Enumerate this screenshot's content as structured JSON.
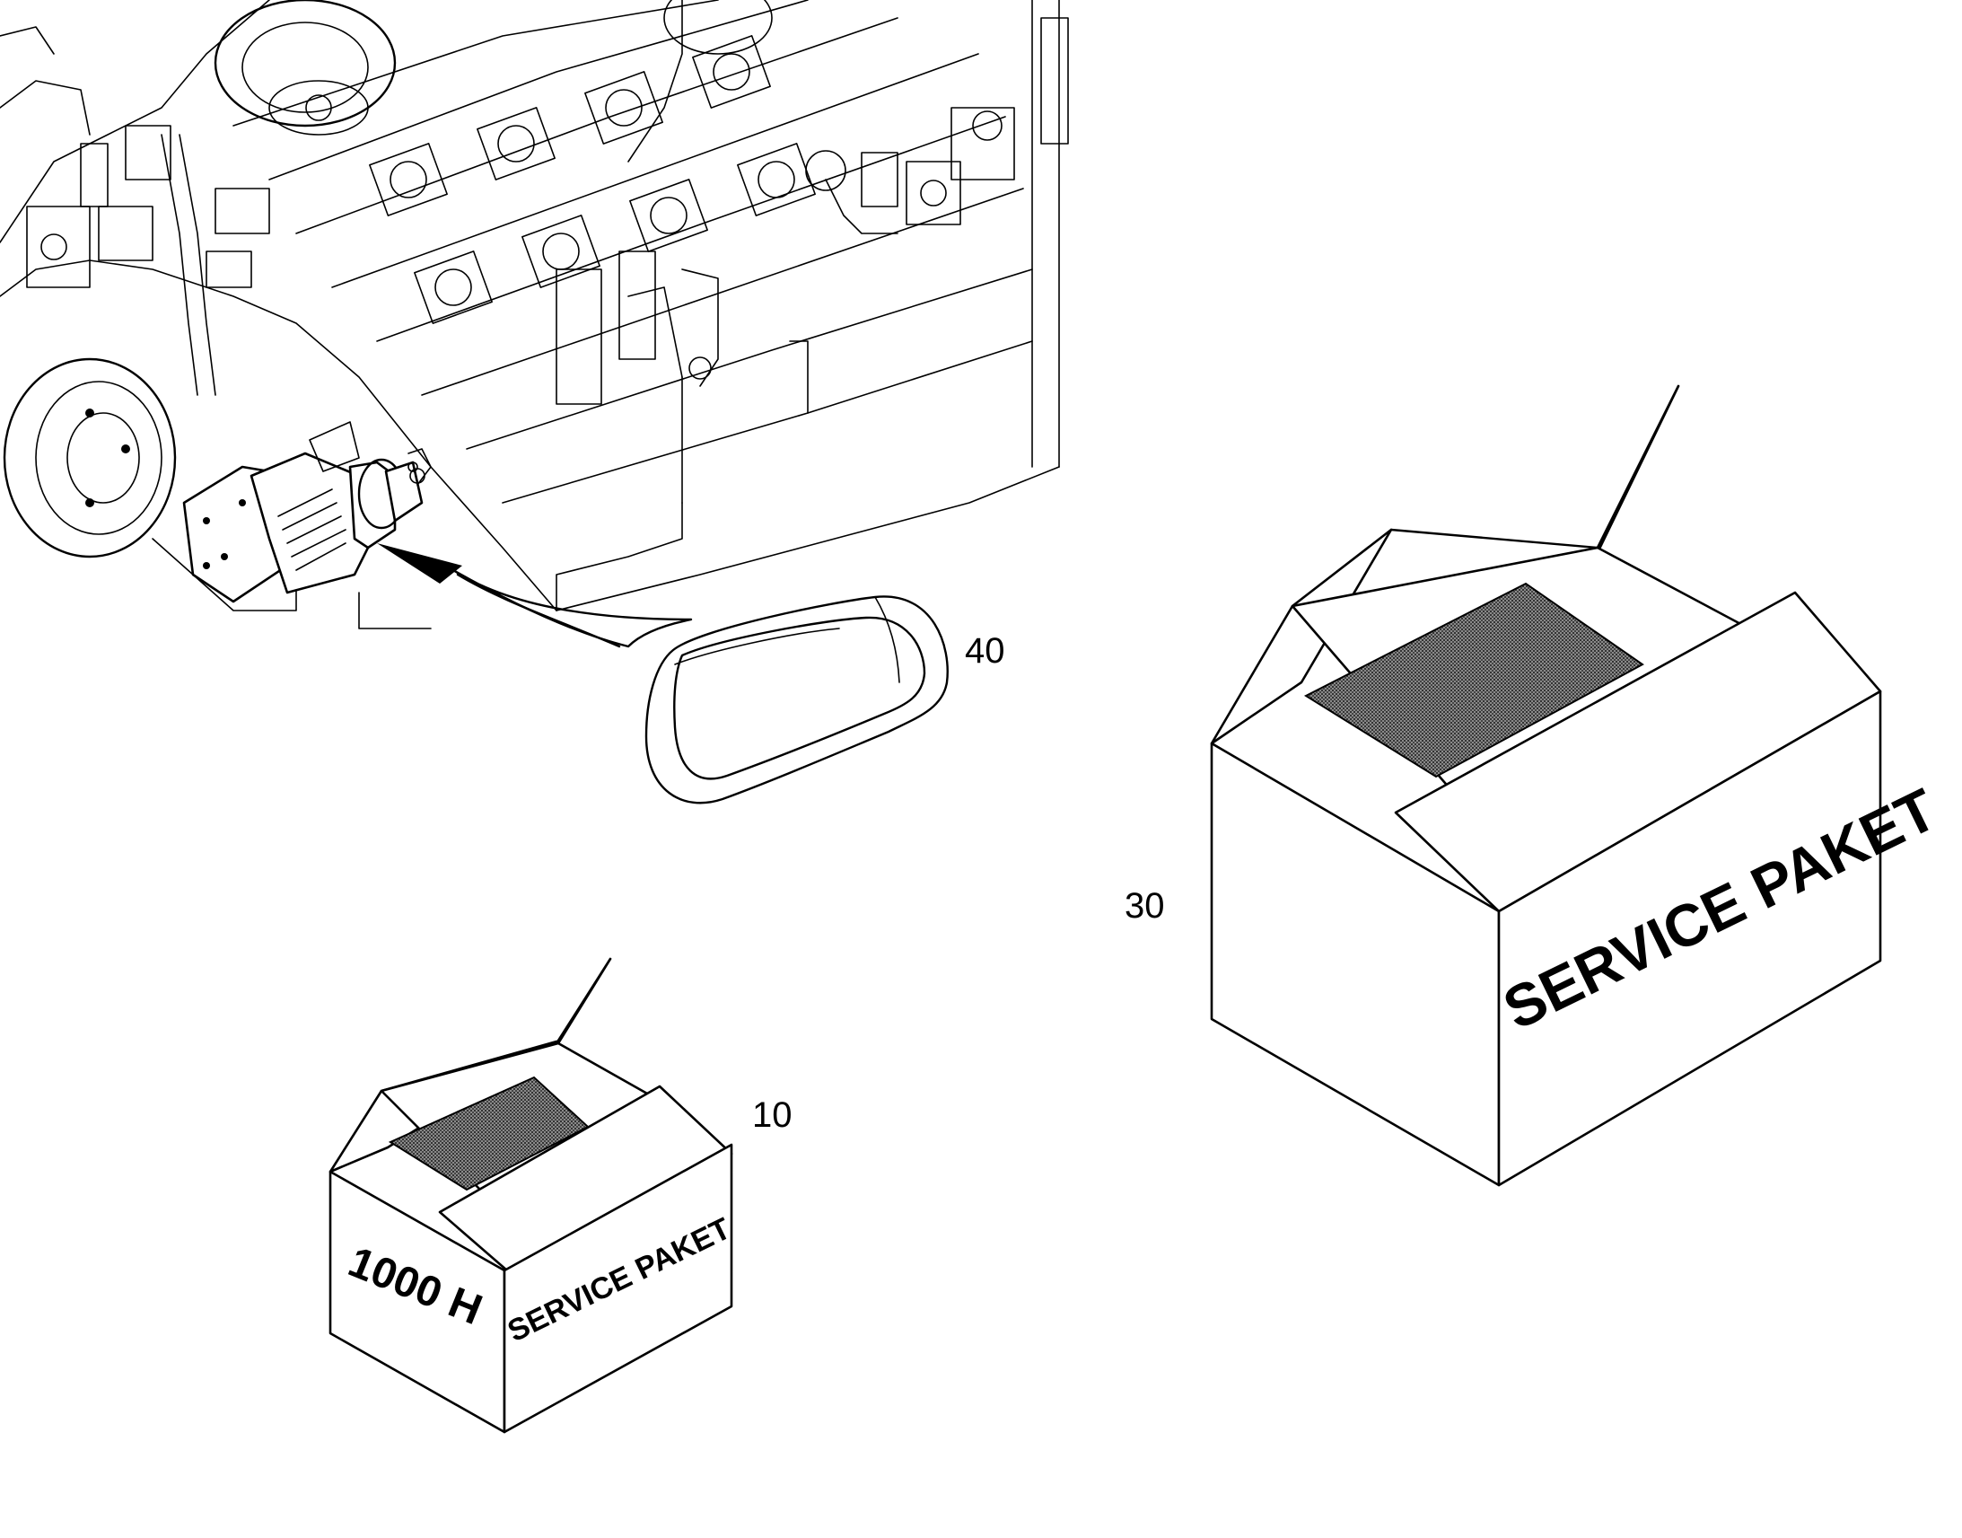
{
  "callouts": {
    "belt": "40",
    "large_box": "30",
    "small_box": "10"
  },
  "small_box": {
    "side_label": "1000 H",
    "front_label": "SERVICE PAKET"
  },
  "large_box": {
    "front_label": "SERVICE PAKET"
  },
  "colors": {
    "line": "#000000",
    "background": "#ffffff",
    "box_opening": "#555555"
  }
}
